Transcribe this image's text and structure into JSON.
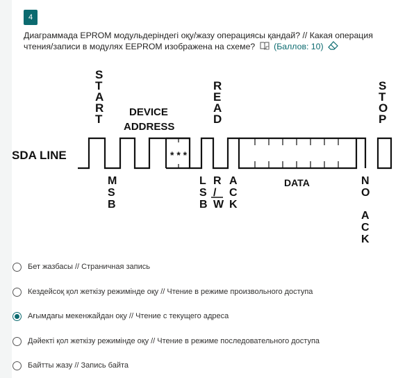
{
  "question": {
    "number": "4",
    "text": "Диаграммада EPROM модульдеріндегі оқу/жазу операциясы қандай? // Какая операция чтения/записи в модулях EEPROM изображена на схеме?",
    "points": "(Баллов: 10)",
    "icons": [
      "immersive-reader-icon",
      "eraser-icon"
    ]
  },
  "diagram": {
    "start": [
      "S",
      "T",
      "A",
      "R",
      "T"
    ],
    "device_address": [
      "DEVICE",
      "ADDRESS"
    ],
    "read": [
      "R",
      "E",
      "A",
      "D"
    ],
    "stop": [
      "S",
      "T",
      "O",
      "P"
    ],
    "sda_line": "SDA LINE",
    "stars": "* * *",
    "msb": [
      "M",
      "S",
      "B"
    ],
    "lsb": [
      "L",
      "S",
      "B"
    ],
    "rw": [
      "R",
      "/",
      "W"
    ],
    "ack": [
      "A",
      "C",
      "K"
    ],
    "data": "DATA",
    "no": [
      "N",
      "O"
    ],
    "no_ack": [
      "A",
      "C",
      "K"
    ]
  },
  "options": [
    {
      "label": "Бет жазбасы // Страничная запись",
      "selected": false
    },
    {
      "label": "Кездейсоқ қол жеткізу режимінде оқу // Чтение в режиме произвольного доступа",
      "selected": false
    },
    {
      "label": "Ағымдағы мекенжайдан оқу // Чтение с текущего адреса",
      "selected": true
    },
    {
      "label": "Дәйекті қол жеткізу режимінде оқу // Чтение в режиме последовательного доступа",
      "selected": false
    },
    {
      "label": "Байтты жазу // Запись байта",
      "selected": false
    }
  ],
  "colors": {
    "accent": "#0b6a6f"
  }
}
